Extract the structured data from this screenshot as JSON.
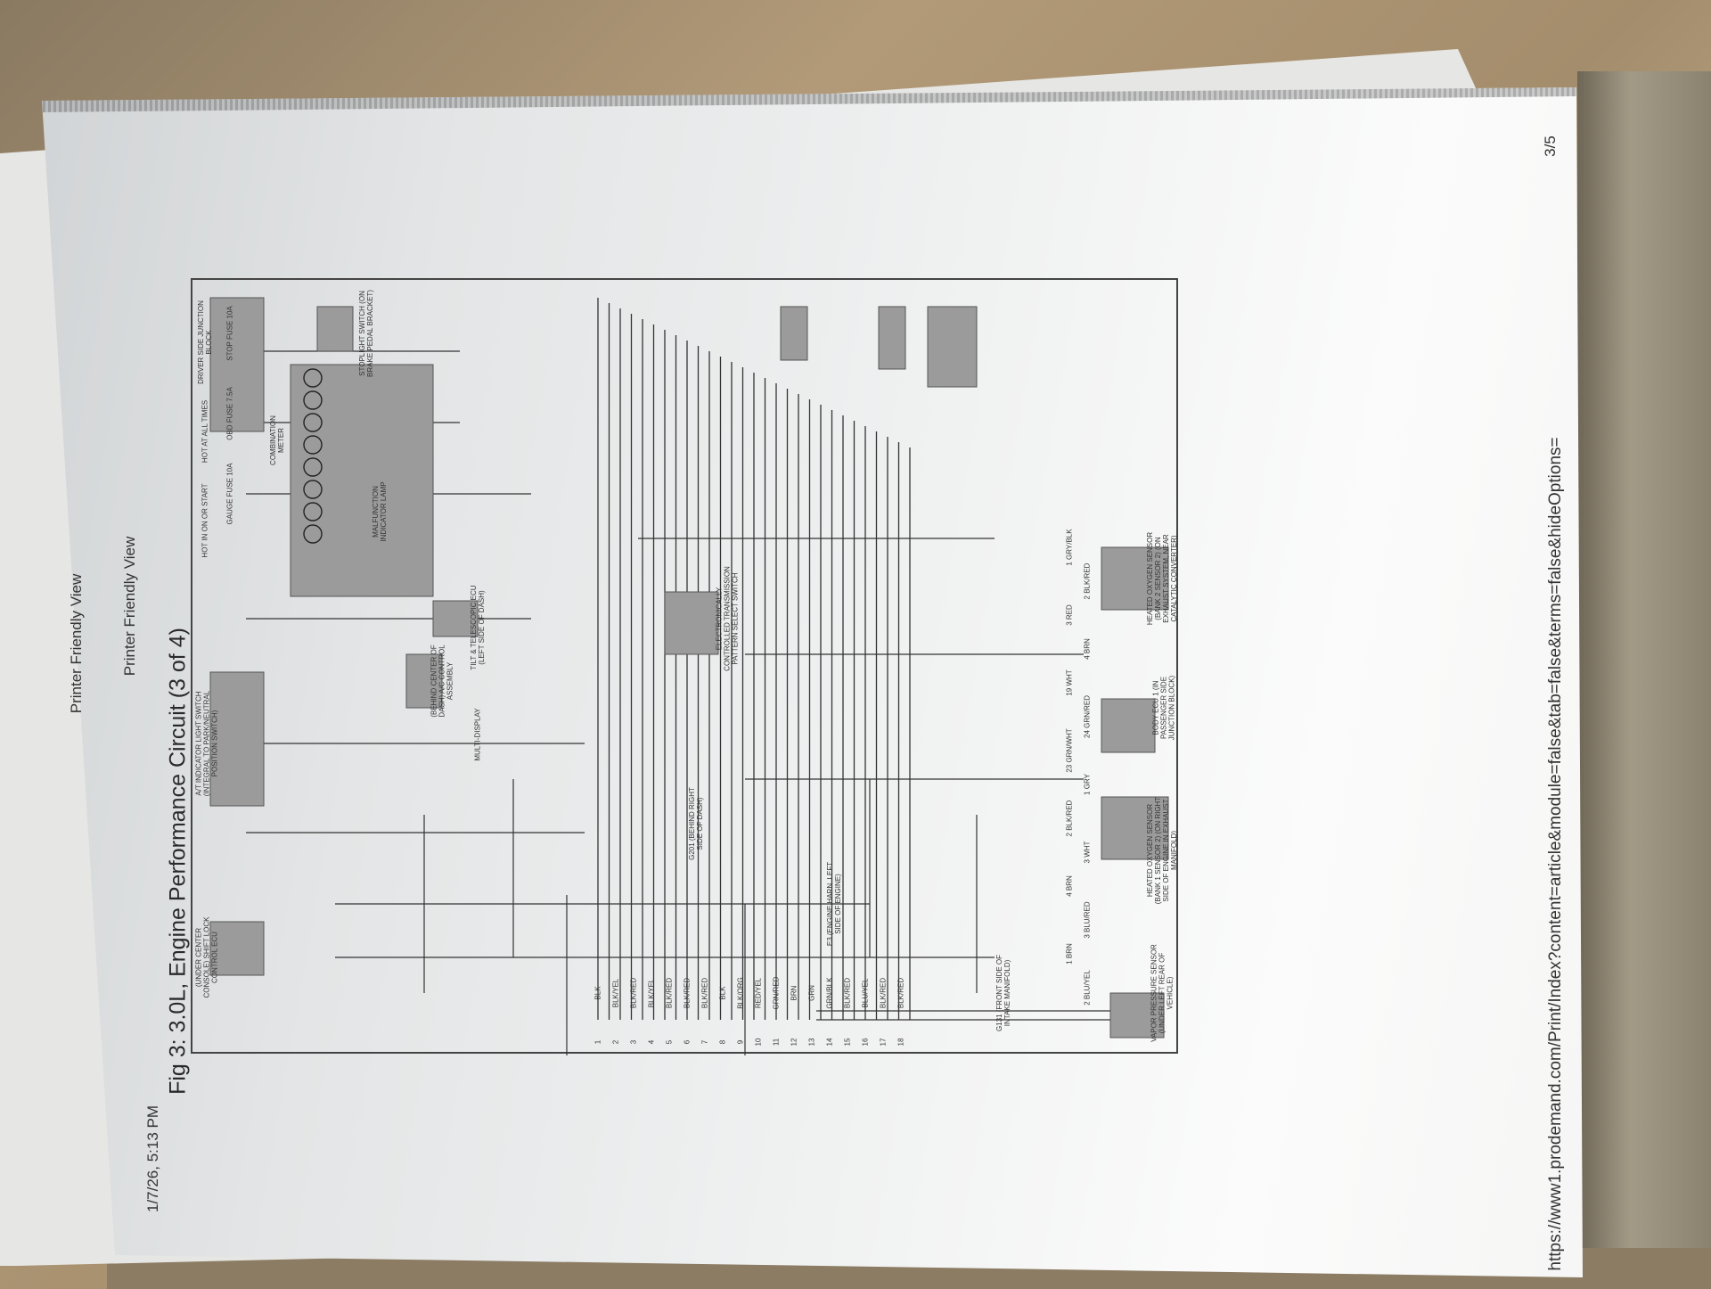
{
  "page": {
    "header_left": "Printer Friendly View",
    "header_right": "Printer Friendly View",
    "timestamp": "1/7/26, 5:13 PM",
    "figure_title": "Fig 3: 3.0L, Engine Performance Circuit (3 of 4)",
    "url": "https://www1.prodemand.com/Print/Index?content=article&module=false&tab=false&terms=false&hideOptions=",
    "page_number": "3/5"
  },
  "diagram": {
    "components": [
      {
        "id": "junction-block",
        "label": "DRIVER SIDE JUNCTION BLOCK"
      },
      {
        "id": "hot-all-times",
        "label": "HOT AT ALL TIMES"
      },
      {
        "id": "hot-on-start",
        "label": "HOT IN ON OR START"
      },
      {
        "id": "stoplight-switch",
        "label": "STOPLIGHT SWITCH (ON BRAKE PEDAL BRACKET)"
      },
      {
        "id": "at-indicator",
        "label": "A/T INDICATOR LIGHT SWITCH (INTEGRAL TO PARK/NEUTRAL POSITION SWITCH)"
      },
      {
        "id": "shift-lock",
        "label": "(UNDER CENTER CONSOLE) SHIFT LOCK CONTROL ECU"
      },
      {
        "id": "combination-meter",
        "label": "COMBINATION METER"
      },
      {
        "id": "malfunction-lamp",
        "label": "MALFUNCTION INDICATOR LAMP"
      },
      {
        "id": "ac-control",
        "label": "(BEHIND CENTER OF DASH) A/C CONTROL ASSEMBLY"
      },
      {
        "id": "tilt-telescopic",
        "label": "TILT & TELESCOPIC ECU (LEFT SIDE OF DASH)"
      },
      {
        "id": "multi-display",
        "label": "MULTI-DISPLAY"
      },
      {
        "id": "transmission-switch",
        "label": "ELECTRONICALLY CONTROLLED TRANSMISSION PATTERN SELECT SWITCH"
      },
      {
        "id": "o2-b2s2",
        "label": "HEATED OXYGEN SENSOR (BANK 2 SENSOR 2) (ON EXHAUST SYSTEM, NEAR CATALYTIC CONVERTER)"
      },
      {
        "id": "body-ecu",
        "label": "BODY ECU 1 (IN PASSENGER SIDE JUNCTION BLOCK)"
      },
      {
        "id": "o2-b1s2",
        "label": "HEATED OXYGEN SENSOR (BANK 1 SENSOR 2) (ON RIGHT SIDE OF ENGINE IN EXHAUST MANIFOLD)"
      },
      {
        "id": "vapor-pressure",
        "label": "VAPOR PRESSURE SENSOR (UNDER LEFT REAR OF VEHICLE)"
      },
      {
        "id": "engine-harness",
        "label": "E3 (ENGINE HARN. LEFT SIDE OF ENGINE)"
      },
      {
        "id": "g201",
        "label": "G201 (BEHIND RIGHT SIDE OF DASH)"
      },
      {
        "id": "g131",
        "label": "G131 (FRONT SIDE OF INTAKE MANIFOLD)"
      }
    ],
    "fuse_labels": [
      "STOP FUSE 10A",
      "OBD FUSE 7.5A",
      "GAUGE FUSE 10A"
    ],
    "wire_numbers": [
      "1",
      "2",
      "3",
      "4",
      "5",
      "6",
      "7",
      "8",
      "9",
      "10",
      "11",
      "12",
      "13",
      "14",
      "15",
      "16",
      "17",
      "18"
    ],
    "wire_colors_left": [
      "BLK",
      "BLK/YEL",
      "BLK/RED",
      "BLK/YEL",
      "BLK/RED",
      "BLK/RED",
      "BLK/RED",
      "BLK",
      "BLK/ORG",
      "RED/YEL",
      "GRN/RED",
      "BRN",
      "GRN",
      "GRN/BLK",
      "BLK/RED",
      "BLU/YEL",
      "BLK/RED",
      "BLK/RED"
    ],
    "sensor_wires": [
      "1 GRY/BLK",
      "2 BLK/RED",
      "3 RED",
      "4 BRN",
      "19 WHT",
      "24 GRN/RED",
      "23 GRN/WHT",
      "1 GRY",
      "2 BLK/RED",
      "3 WHT",
      "4 BRN",
      "3 BLU/RED",
      "1 BRN",
      "2 BLU/YEL"
    ]
  }
}
